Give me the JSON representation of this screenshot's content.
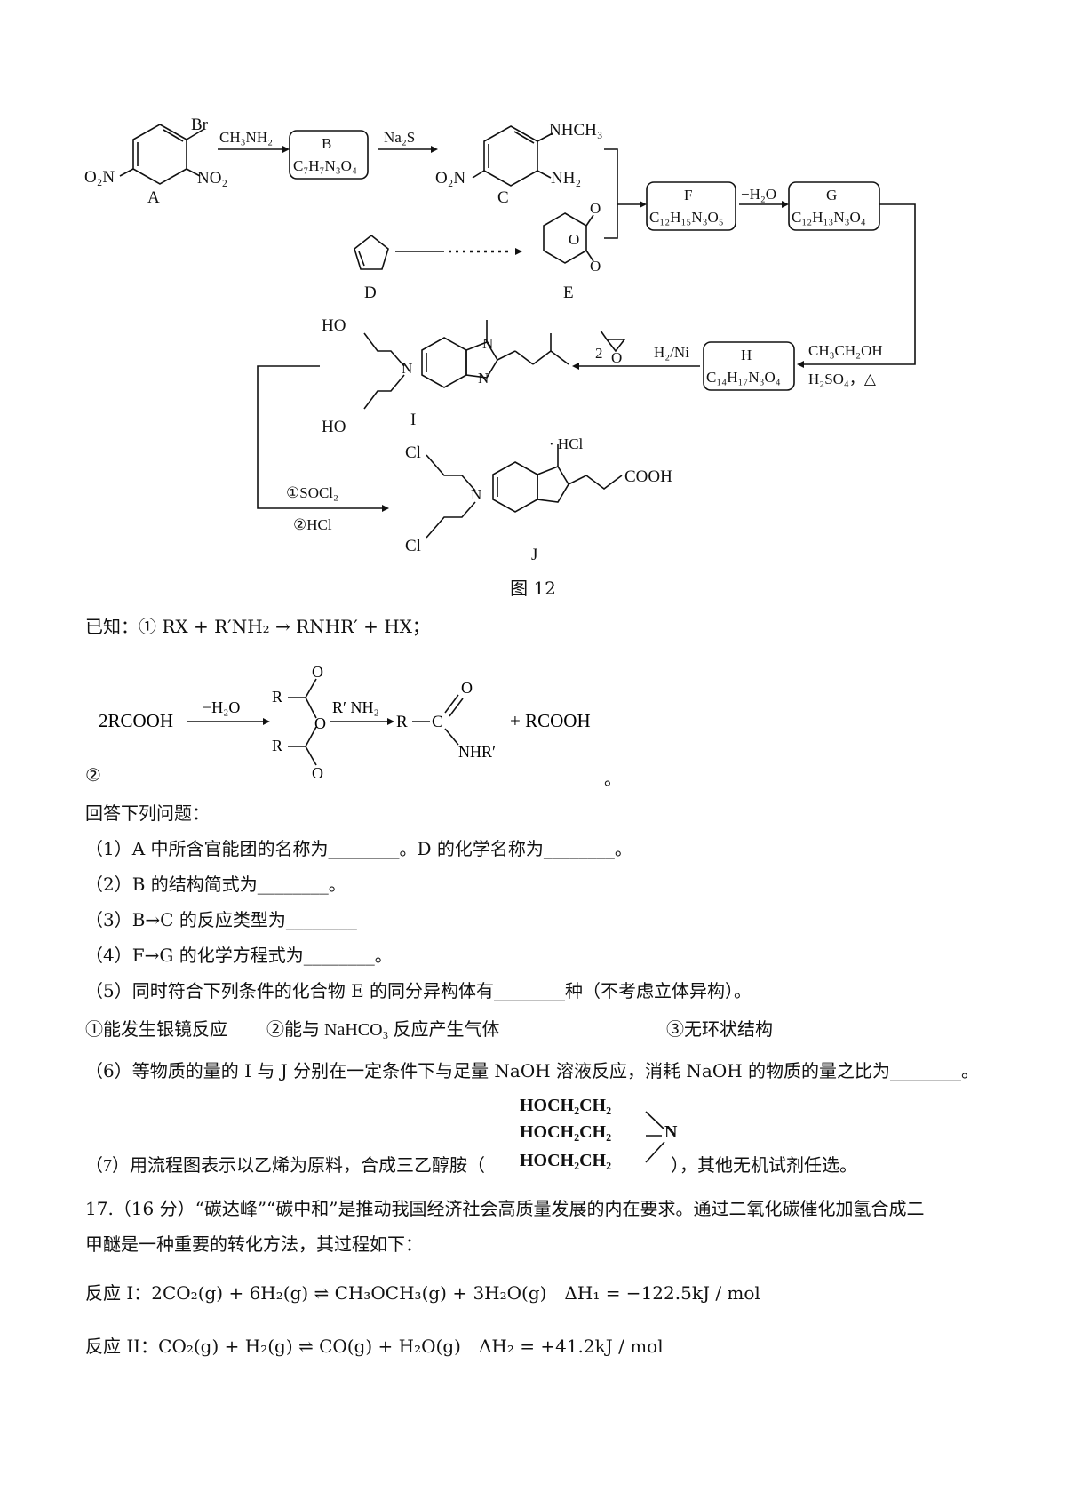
{
  "scheme": {
    "A": {
      "label": "A",
      "sub_br": "Br",
      "sub_o2n": "O₂N",
      "sub_no2": "NO₂"
    },
    "B": {
      "label": "B",
      "formula": "C₇H₇N₃O₄"
    },
    "C": {
      "label": "C",
      "nhch3": "NHCH₃",
      "nh2": "NH₂",
      "o2n": "O₂N"
    },
    "D": {
      "label": "D"
    },
    "E": {
      "label": "E",
      "o": "O"
    },
    "F": {
      "label": "F",
      "formula": "C₁₂H₁₅N₃O₅"
    },
    "G": {
      "label": "G",
      "formula": "C₁₂H₁₃N₃O₄"
    },
    "H": {
      "label": "H",
      "formula": "C₁₄H₁₇N₃O₄"
    },
    "I": {
      "label": "I",
      "ho": "HO",
      "n": "N"
    },
    "J": {
      "label": "J",
      "cl": "Cl",
      "hcl": "· HCl",
      "cooh": "COOH",
      "n": "N"
    },
    "reagents": {
      "ab": "CH₃NH₂",
      "bc": "Na₂S",
      "fg": "−H₂O",
      "gh1": "CH₃CH₂OH",
      "gh2": "H₂SO₄，△",
      "hi": "H₂/Ni",
      "epox": "2",
      "ij1": "①SOCl₂",
      "ij2": "②HCl"
    },
    "figure_title": "图 12"
  },
  "known": {
    "line1": "已知：① RX + R′NH₂ → RNHR′ + HX；",
    "eq2_left": "2RCOOH",
    "eq2_cond1": "−H₂O",
    "eq2_cond2": "R′ NH₂",
    "eq2_r": "R",
    "eq2_o": "O",
    "eq2_prod_r": "R",
    "eq2_prod_c": "C",
    "eq2_nhr": "NHR′",
    "eq2_right": "+ RCOOH",
    "eq2_num": "②",
    "period": "。"
  },
  "questions": {
    "intro": "回答下列问题：",
    "q1": "（1）A 中所含官能团的名称为________。D 的化学名称为________。",
    "q2": "（2）B 的结构简式为________。",
    "q3": "（3）B→C 的反应类型为________",
    "q4": "（4）F→G 的化学方程式为________。",
    "q5": "（5）同时符合下列条件的化合物 E 的同分异构体有________种（不考虑立体异构）。",
    "q5_c1": "①能发生银镜反应",
    "q5_c2": "②能与 NaHCO₃ 反应产生气体",
    "q5_c3": "③无环状结构",
    "q6": "（6）等物质的量的 I 与 J 分别在一定条件下与足量 NaOH 溶液反应，消耗 NaOH 的物质的量之比为________。",
    "q7_pre": "（7）用流程图表示以乙烯为原料，合成三乙醇胺（",
    "q7_post": "），其他无机试剂任选。",
    "tea_1": "HOCH₂CH₂",
    "tea_2": "HOCH₂CH₂",
    "tea_3": "HOCH₂CH₂",
    "tea_n": "N"
  },
  "q17": {
    "line1": "17.（16 分）“碳达峰”“碳中和”是推动我国经济社会高质量发展的内在要求。通过二氧化碳催化加氢合成二",
    "line2": "甲醚是一种重要的转化方法，其过程如下：",
    "r1": "反应 I：2CO₂(g) + 6H₂(g) ⇌ CH₃OCH₃(g) + 3H₂O(g)　ΔH₁ = −122.5kJ / mol",
    "r2": "反应 II：CO₂(g) + H₂(g) ⇌ CO(g) + H₂O(g)　ΔH₂ = +41.2kJ / mol"
  }
}
